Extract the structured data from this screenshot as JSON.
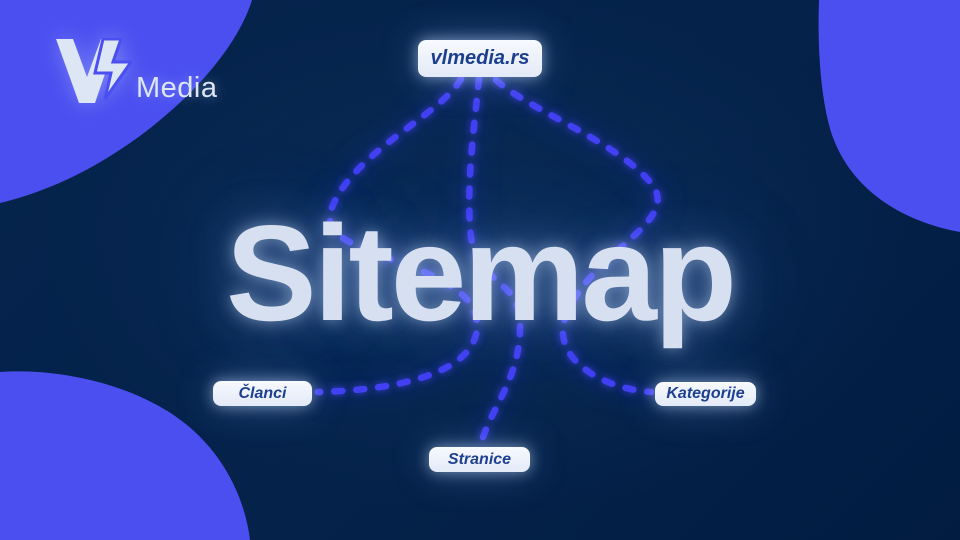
{
  "brand": {
    "name": "Media",
    "logo_mark": "vl-monogram-icon"
  },
  "heading": {
    "title": "Sitemap"
  },
  "sitemap": {
    "root": {
      "label": "vlmedia.rs"
    },
    "children": [
      {
        "label": "Članci"
      },
      {
        "label": "Stranice"
      },
      {
        "label": "Kategorije"
      }
    ]
  },
  "colors": {
    "bg": "#04224A",
    "blob": "#4B4FF0",
    "connector": "#4240F2",
    "chip-bg": "#E3EAF7",
    "chip-text": "#1D3F8F",
    "title": "#D6E0F0",
    "logo": "#DCE6F4"
  }
}
